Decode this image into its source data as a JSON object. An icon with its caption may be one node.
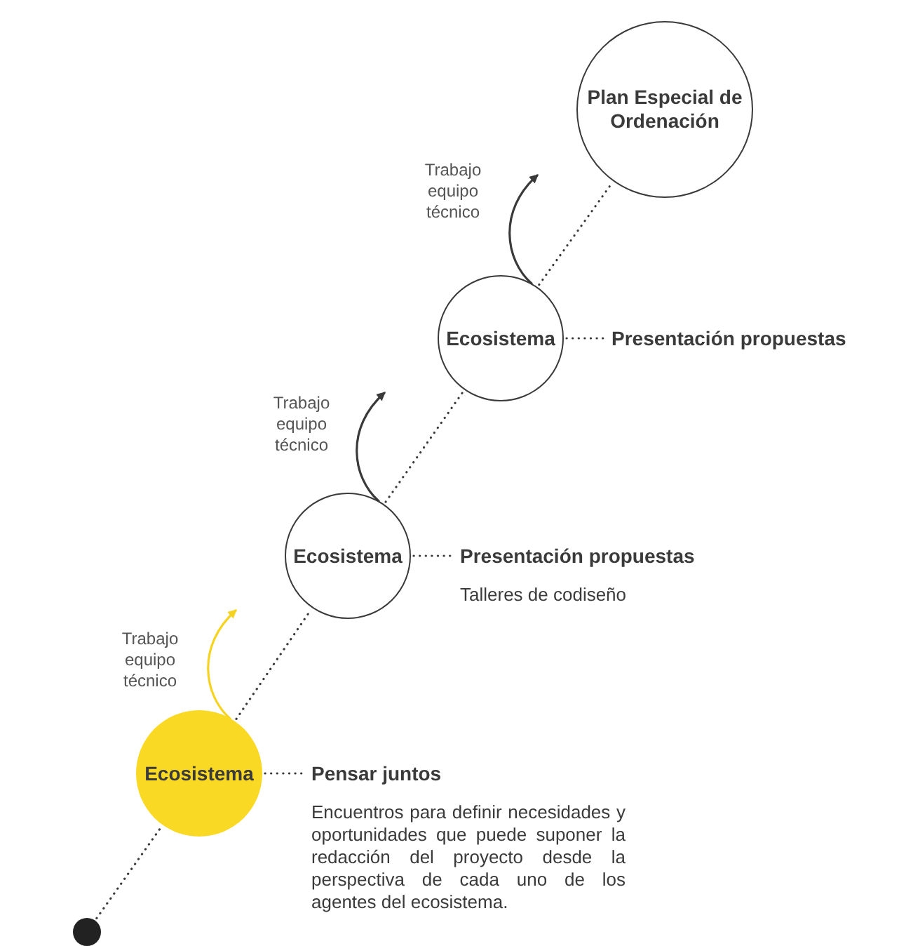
{
  "diagram": {
    "nodes": [
      {
        "text": [],
        "shape": "circle"
      },
      {
        "text": [
          "Ecosistema"
        ]
      },
      {
        "text": [
          "Pensar juntos"
        ],
        "beside": [
          "Encuentros para definir necesidades y oportunidades que puede suponer la redacción del proyecto desde la perspectiva de cada uno de los agentes del ecosistema."
        ]
      },
      {
        "text": [
          "Ecosistema"
        ]
      },
      {
        "text": [
          "Presentación propuestas"
        ],
        "beside": [
          "Talleres de codiseño"
        ]
      },
      {
        "text": [
          "Ecosistema"
        ]
      },
      {
        "text": [
          "Presentación propuestas"
        ]
      },
      {
        "text": [
          "Plan Especial de Ordenación"
        ]
      }
    ],
    "edges": [
      {
        "from": 0,
        "to": 1,
        "arrow": "none",
        "style": "dashed"
      },
      {
        "from": 1,
        "to": 2,
        "arrow": "none",
        "style": "dashed"
      },
      {
        "from": 1,
        "to": null,
        "arrow": "to",
        "label": "Trabajo equipo técnico",
        "color": "#f5d320"
      },
      {
        "from": 1,
        "to": 3,
        "arrow": "none",
        "style": "dashed"
      },
      {
        "from": 3,
        "to": 4,
        "arrow": "none",
        "style": "dashed"
      },
      {
        "from": 3,
        "to": null,
        "arrow": "to",
        "label": "Trabajo equipo técnico"
      },
      {
        "from": 3,
        "to": 5,
        "arrow": "none",
        "style": "dashed"
      },
      {
        "from": 5,
        "to": 6,
        "arrow": "none",
        "style": "dashed"
      },
      {
        "from": 5,
        "to": null,
        "arrow": "to",
        "label": "Trabajo equipo técnico"
      },
      {
        "from": 5,
        "to": 7,
        "arrow": "none",
        "style": "dashed"
      }
    ]
  }
}
